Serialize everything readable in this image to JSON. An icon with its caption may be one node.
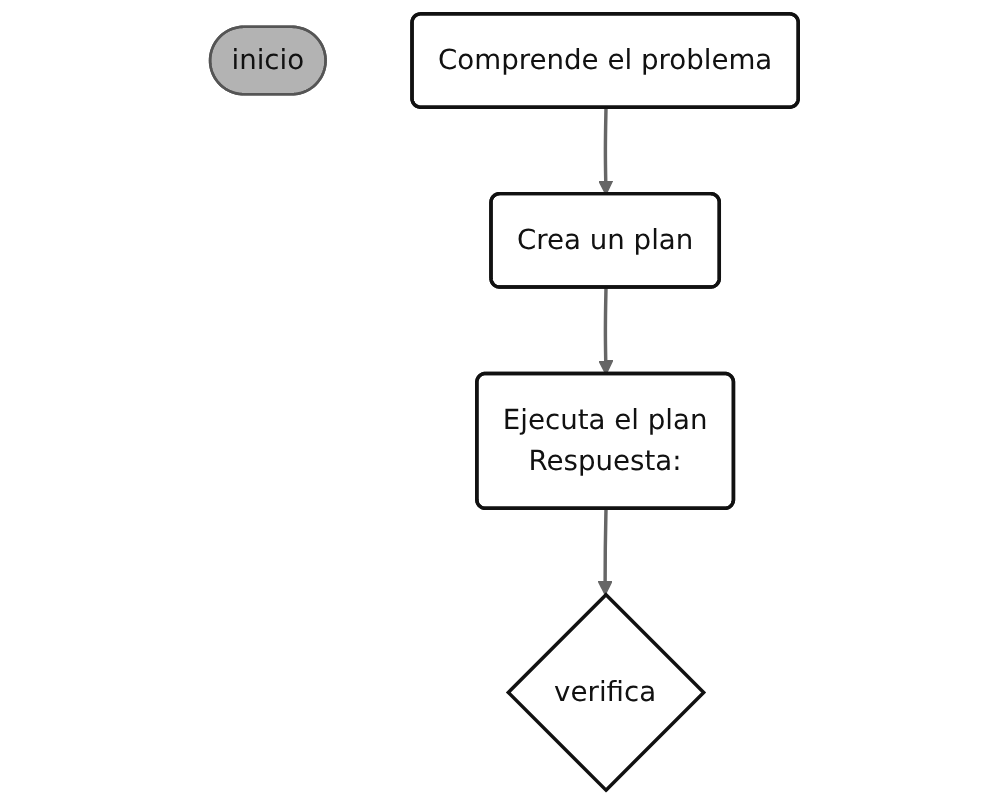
{
  "diagram": {
    "nodes": [
      {
        "text": [
          "inicio"
        ]
      },
      {
        "text": [
          "Comprende el problema"
        ]
      },
      {
        "text": [
          "Crea un plan"
        ]
      },
      {
        "text": [
          "Ejecuta el plan",
          "Respuesta:"
        ]
      },
      {
        "text": [
          "verifica"
        ]
      }
    ],
    "edges": [
      {
        "from": 1,
        "to": 2,
        "arrow": "to"
      },
      {
        "from": 2,
        "to": 3,
        "arrow": "to"
      },
      {
        "from": 3,
        "to": 4,
        "arrow": "to"
      }
    ]
  }
}
